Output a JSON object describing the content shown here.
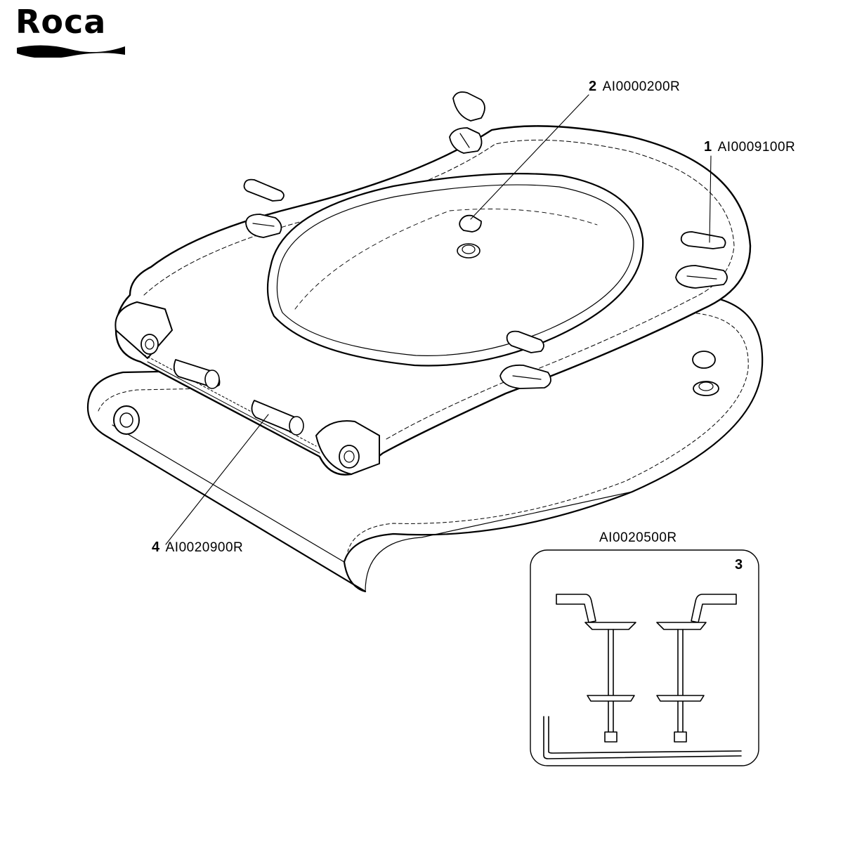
{
  "brand": {
    "logo_text": "Roca"
  },
  "parts": [
    {
      "num": "2",
      "code": "AI0000200R"
    },
    {
      "num": "1",
      "code": "AI0009100R"
    },
    {
      "num": "4",
      "code": "AI0020900R"
    },
    {
      "num": "3",
      "code": "AI0020500R"
    }
  ]
}
